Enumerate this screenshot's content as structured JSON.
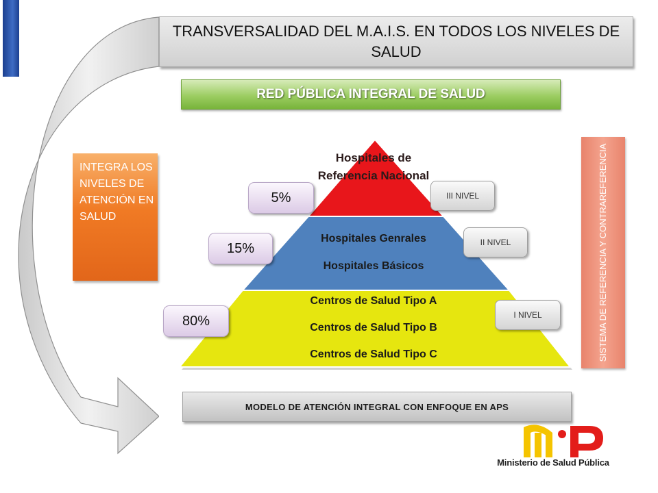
{
  "title": "TRANSVERSALIDAD DEL M.A.I.S. EN TODOS LOS NIVELES DE SALUD",
  "banner": "RED PÚBLICA INTEGRAL DE SALUD",
  "left_box": "INTEGRA LOS NIVELES DE ATENCIÓN EN SALUD",
  "right_box": "SISTEMA DE REFERENCIA Y CONTRAREFERENCIA",
  "pyramid": {
    "tier1": {
      "label": "Hospitales de Referencia Nacional",
      "percent": "5%",
      "level": "III NIVEL",
      "color": "#e8161b"
    },
    "tier2": {
      "lines": [
        "Hospitales Genrales",
        "Hospitales Básicos"
      ],
      "percent": "15%",
      "level": "II NIVEL",
      "color": "#4f81bd"
    },
    "tier3": {
      "lines": [
        "Centros de Salud Tipo A",
        "Centros de Salud Tipo B",
        "Centros de Salud Tipo C"
      ],
      "percent": "80%",
      "level": "I NIVEL",
      "color": "#e6e60f"
    }
  },
  "bottom_box": "MODELO DE ATENCIÓN INTEGRAL CON ENFOQUE EN APS",
  "logo": {
    "text": "Ministerio de Salud Pública",
    "icon": "msp-logo",
    "colors": {
      "yellow": "#f5c400",
      "red": "#e31d1a"
    }
  }
}
